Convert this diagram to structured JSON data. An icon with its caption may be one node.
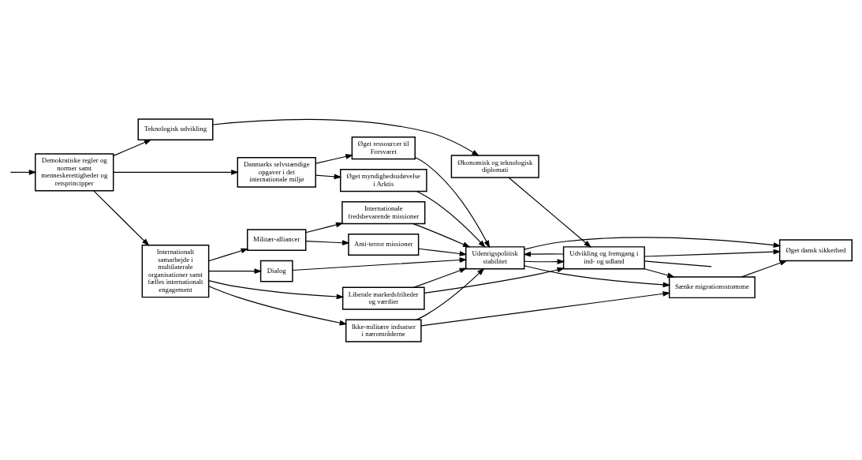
{
  "diagram": {
    "nodes": [
      {
        "text": [
          "Demokratiske regler og normer samt menneskerettigheder og retsprincipper"
        ]
      },
      {
        "text": [
          "Internationalt samarbejde i multilaterale organisationer samt fælles internationalt engagement"
        ]
      },
      {
        "text": [
          "Danmarks selvstændige opgaver i det internationale miljø"
        ]
      },
      {
        "text": [
          "Teknologisk udvikling"
        ]
      },
      {
        "text": [
          "Militær-alliancer"
        ]
      },
      {
        "text": [
          "Internationale fredsbevarende missioner"
        ]
      },
      {
        "text": [
          "Anti-terror missioner"
        ]
      },
      {
        "text": [
          "Dialog"
        ]
      },
      {
        "text": [
          "Liberale markedsfriheder og værdier"
        ]
      },
      {
        "text": [
          "Ikke-militære indsatser i nærområderne"
        ]
      },
      {
        "text": [
          "Øget ressourcer til Forsvaret"
        ]
      },
      {
        "text": [
          "Øget myndighedsudøvelse i Arktis"
        ]
      },
      {
        "text": [
          "Økonomisk og teknologisk diplomati"
        ]
      },
      {
        "text": [
          "Udenrigspolitisk stabilitet"
        ]
      },
      {
        "text": [
          "Sænke migrationsstrømme"
        ]
      },
      {
        "text": [
          "Udvikling og fremgang i ind- og udland"
        ]
      },
      {
        "text": [
          "Øget dansk sikkerhed"
        ]
      }
    ],
    "edges": [
      {
        "from": 0,
        "to": 1,
        "arrow": "to"
      },
      {
        "from": 0,
        "to": 2,
        "arrow": "to"
      },
      {
        "from": 0,
        "to": 3,
        "arrow": "to"
      },
      {
        "from": 1,
        "to": 4,
        "arrow": "to"
      },
      {
        "from": 1,
        "to": 7,
        "arrow": "to"
      },
      {
        "from": 1,
        "to": 8,
        "arrow": "to"
      },
      {
        "from": 1,
        "to": 9,
        "arrow": "to"
      },
      {
        "from": 2,
        "to": 10,
        "arrow": "to"
      },
      {
        "from": 2,
        "to": 11,
        "arrow": "to"
      },
      {
        "from": 3,
        "to": 12,
        "arrow": "to"
      },
      {
        "from": 4,
        "to": 5,
        "arrow": "to"
      },
      {
        "from": 4,
        "to": 6,
        "arrow": "to"
      },
      {
        "from": 5,
        "to": 13,
        "arrow": "to"
      },
      {
        "from": 6,
        "to": 13,
        "arrow": "to"
      },
      {
        "from": 7,
        "to": 13,
        "arrow": "to"
      },
      {
        "from": 8,
        "to": 13,
        "arrow": "to"
      },
      {
        "from": 8,
        "to": 15,
        "arrow": "to"
      },
      {
        "from": 9,
        "to": 13,
        "arrow": "to"
      },
      {
        "from": 9,
        "to": 14,
        "arrow": "to"
      },
      {
        "from": 10,
        "to": 13,
        "arrow": "to"
      },
      {
        "from": 11,
        "to": 13,
        "arrow": "to"
      },
      {
        "from": 12,
        "to": 15,
        "arrow": "to"
      },
      {
        "from": 13,
        "to": 14,
        "arrow": "to"
      },
      {
        "from": 13,
        "to": 15,
        "arrow": "to"
      },
      {
        "from": 15,
        "to": 13,
        "arrow": "to"
      },
      {
        "from": 15,
        "to": 14,
        "arrow": "to"
      },
      {
        "from": 13,
        "to": 16,
        "arrow": "to"
      },
      {
        "from": 14,
        "to": 16,
        "arrow": "to"
      },
      {
        "from": 15,
        "to": 16,
        "arrow": "to"
      },
      {
        "from": 15,
        "to": null,
        "arrow": "none"
      },
      {
        "from": null,
        "to": 0,
        "arrow": "to"
      }
    ]
  }
}
